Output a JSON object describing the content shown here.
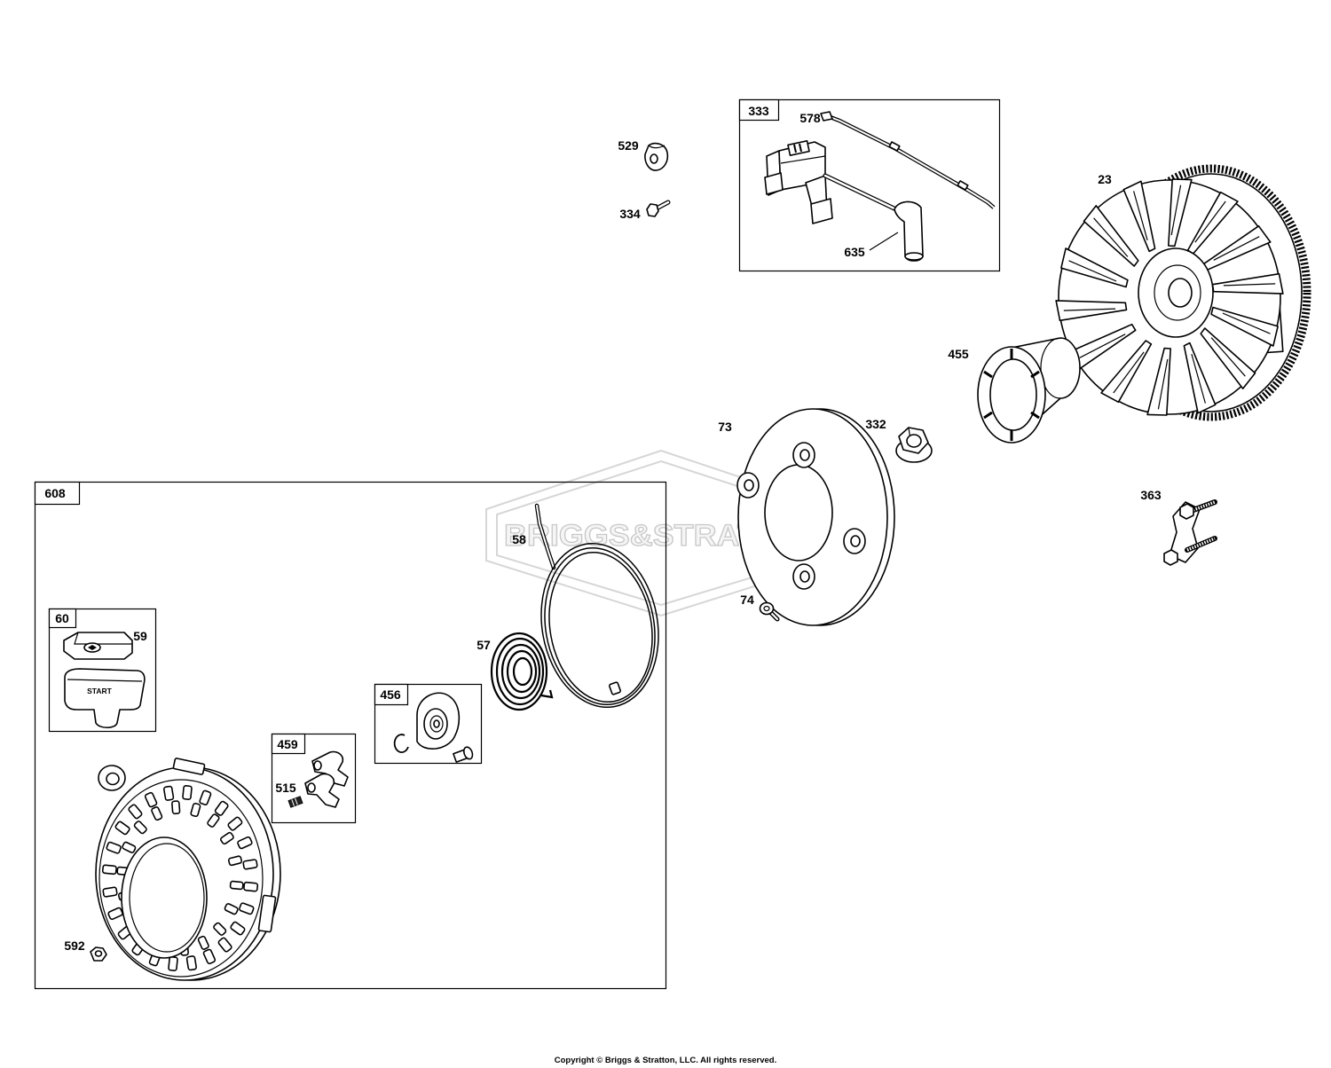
{
  "watermark": {
    "text": "BRIGGS&STRATTON",
    "mark": "®"
  },
  "kits": [
    {
      "label": "333"
    },
    {
      "label": "608"
    },
    {
      "label": "60"
    },
    {
      "label": "456"
    },
    {
      "label": "459"
    }
  ],
  "callouts": [
    {
      "label": "529"
    },
    {
      "label": "334"
    },
    {
      "label": "578"
    },
    {
      "label": "635"
    },
    {
      "label": "23"
    },
    {
      "label": "455"
    },
    {
      "label": "332"
    },
    {
      "label": "73"
    },
    {
      "label": "363"
    },
    {
      "label": "74"
    },
    {
      "label": "58"
    },
    {
      "label": "59"
    },
    {
      "label": "57"
    },
    {
      "label": "515"
    },
    {
      "label": "592"
    }
  ],
  "handle_text": "START",
  "footer": {
    "copyright": "Copyright © Briggs & Stratton, LLC. All rights reserved."
  }
}
